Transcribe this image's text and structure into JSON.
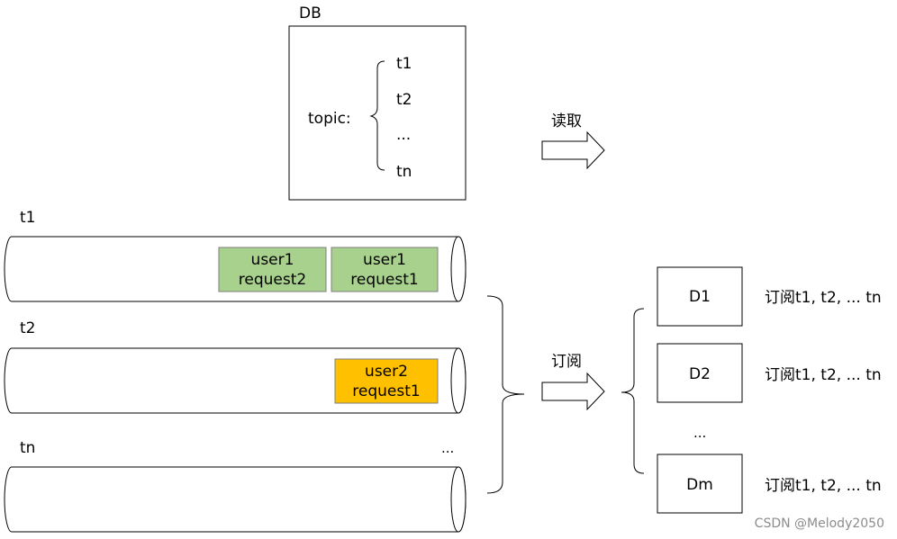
{
  "db": {
    "title": "DB",
    "topic_label": "topic:",
    "topics": [
      "t1",
      "t2",
      "...",
      "tn"
    ]
  },
  "arrows": {
    "read_label": "读取",
    "subscribe_label": "订阅"
  },
  "queues": [
    {
      "label": "t1",
      "messages": [
        {
          "line1": "user1",
          "line2": "request2",
          "color": "#a9d18e"
        },
        {
          "line1": "user1",
          "line2": "request1",
          "color": "#a9d18e"
        }
      ]
    },
    {
      "label": "t2",
      "messages": [
        {
          "line1": "user2",
          "line2": "request1",
          "color": "#ffc000"
        }
      ]
    },
    {
      "label": "tn",
      "ellipsis": "...",
      "messages": []
    }
  ],
  "consumers": [
    {
      "name": "D1",
      "subscription": "订阅t1, t2, ... tn"
    },
    {
      "name": "D2",
      "subscription": "订阅t1, t2, ... tn"
    },
    {
      "name": "Dm",
      "subscription": "订阅t1, t2, ... tn"
    }
  ],
  "consumers_ellipsis": "...",
  "watermark": "CSDN @Melody2050"
}
